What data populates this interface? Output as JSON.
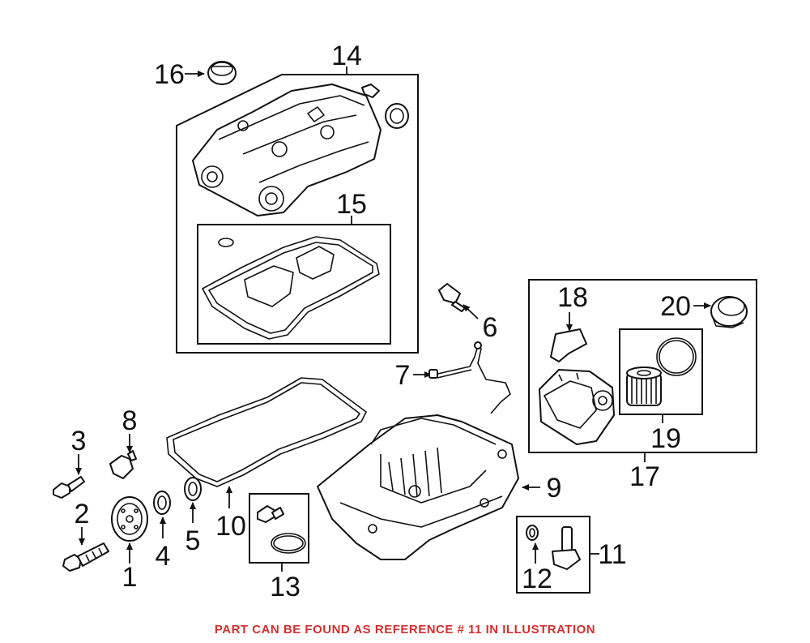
{
  "callouts": {
    "c1": "1",
    "c2": "2",
    "c3": "3",
    "c4": "4",
    "c5": "5",
    "c6": "6",
    "c7": "7",
    "c8": "8",
    "c9": "9",
    "c10": "10",
    "c11": "11",
    "c12": "12",
    "c13": "13",
    "c14": "14",
    "c15": "15",
    "c16": "16",
    "c17": "17",
    "c18": "18",
    "c19": "19",
    "c20": "20"
  },
  "footer": {
    "note": "PART CAN BE FOUND AS REFERENCE # 11 IN ILLUSTRATION"
  },
  "colors": {
    "note_text": "#d32f2f",
    "line_art": "#111111"
  }
}
